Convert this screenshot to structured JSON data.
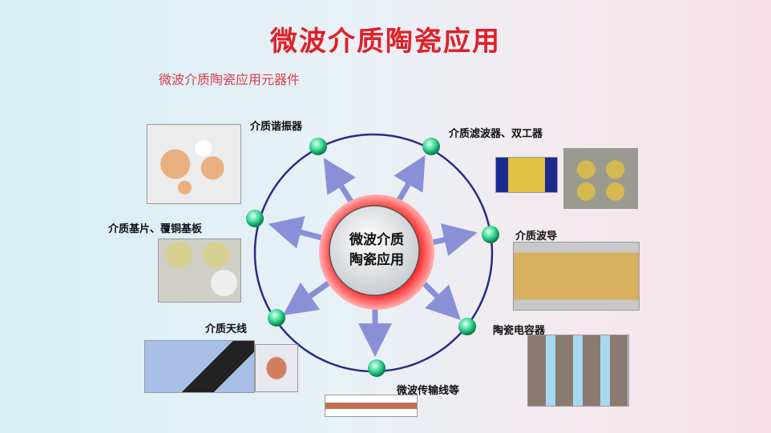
{
  "title": "微波介质陶瓷应用",
  "subtitle": "微波介质陶瓷应用元器件",
  "center": {
    "line1": "微波介质",
    "line2": "陶瓷应用"
  },
  "applications": [
    {
      "label": "介质谐振器"
    },
    {
      "label": "介质滤波器、双工器"
    },
    {
      "label": "介质基片、覆铜基板"
    },
    {
      "label": "介质波导"
    },
    {
      "label": "介质天线"
    },
    {
      "label": "陶瓷电容器"
    },
    {
      "label": "微波传输线等"
    }
  ],
  "colors": {
    "title": "#e0202a",
    "ring": "#2a2a8a",
    "accent": "#ff2020",
    "node": "#30d890"
  }
}
